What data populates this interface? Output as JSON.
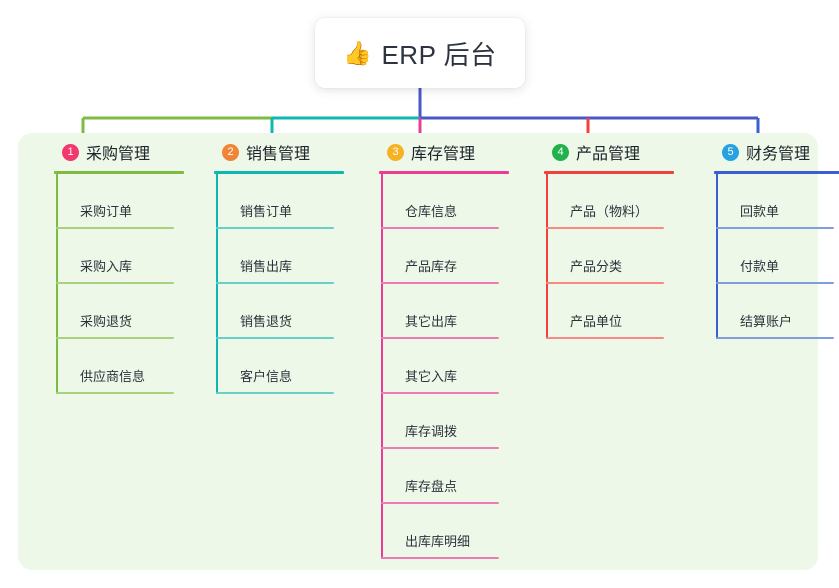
{
  "diagram": {
    "type": "mind-map",
    "title": "ERP 后台",
    "root": {
      "icon": "thumbs-up-icon",
      "icon_glyph": "👍",
      "label": "ERP 后台"
    },
    "panel_background": "#eef8e9",
    "root_stem_color": "#4a57c8",
    "branches": [
      {
        "index": "1",
        "label": "采购管理",
        "badge_color": "#f2386e",
        "line_color": "#7dbb42",
        "child_line_color": "#a8d27f",
        "children": [
          {
            "label": "采购订单"
          },
          {
            "label": "采购入库"
          },
          {
            "label": "采购退货"
          },
          {
            "label": "供应商信息"
          }
        ]
      },
      {
        "index": "2",
        "label": "销售管理",
        "badge_color": "#f08437",
        "line_color": "#0fb8ae",
        "child_line_color": "#68cfc9",
        "children": [
          {
            "label": "销售订单"
          },
          {
            "label": "销售出库"
          },
          {
            "label": "销售退货"
          },
          {
            "label": "客户信息"
          }
        ]
      },
      {
        "index": "3",
        "label": "库存管理",
        "badge_color": "#f5b залив",
        "line_color": "#ec3c93",
        "child_line_color": "#f07bb4",
        "children": [
          {
            "label": "仓库信息"
          },
          {
            "label": "产品库存"
          },
          {
            "label": "其它出库"
          },
          {
            "label": "其它入库"
          },
          {
            "label": "库存调拨"
          },
          {
            "label": "库存盘点"
          },
          {
            "label": "出库库明细"
          }
        ]
      },
      {
        "index": "4",
        "label": "产品管理",
        "badge_color": "#22b14c",
        "line_color": "#f43f3f",
        "child_line_color": "#f88a83",
        "children": [
          {
            "label": "产品（物料）"
          },
          {
            "label": "产品分类"
          },
          {
            "label": "产品单位"
          }
        ]
      },
      {
        "index": "5",
        "label": "财务管理",
        "badge_color": "#27a2e0",
        "line_color": "#3b5fd0",
        "child_line_color": "#7e9ee0",
        "children": [
          {
            "label": "回款单"
          },
          {
            "label": "付款单"
          },
          {
            "label": "结算账户"
          }
        ]
      }
    ]
  }
}
